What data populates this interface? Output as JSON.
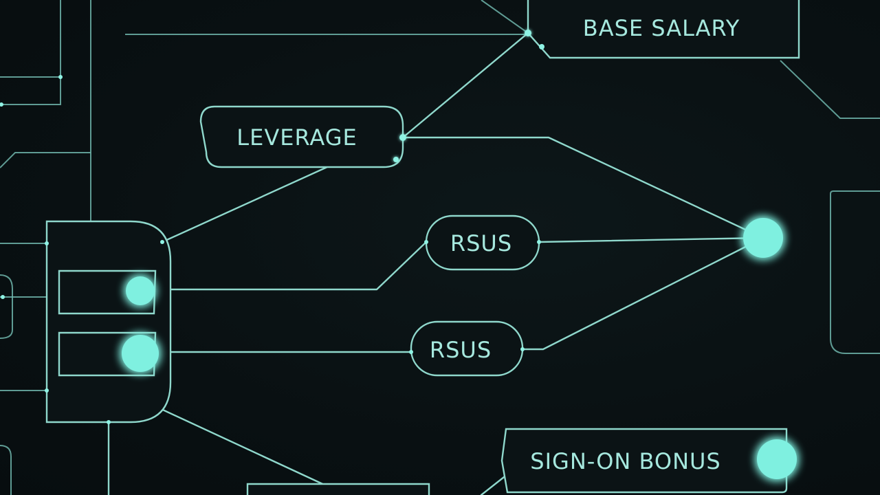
{
  "diagram": {
    "labels": {
      "base_salary": "BASE SALARY",
      "leverage": "LEVERAGE",
      "rsus_top": "RSUS",
      "rsus_bottom": "RSUS",
      "sign_on_bonus": "SIGN-ON BONUS"
    },
    "colors": {
      "background": "#0a1113",
      "line": "#8fd8cc",
      "text": "#a6e8de",
      "glow_node": "#7ff0e0"
    }
  }
}
